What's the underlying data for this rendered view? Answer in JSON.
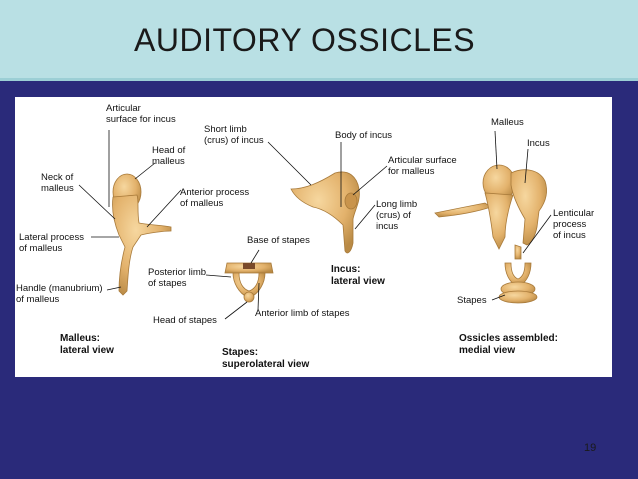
{
  "slide": {
    "title": "AUDITORY OSSICLES",
    "page_number": "19"
  },
  "labels": {
    "articular_surface_for_incus": "Articular\nsurface for incus",
    "head_of_malleus": "Head of\nmalleus",
    "neck_of_malleus": "Neck of\nmalleus",
    "anterior_process_of_malleus": "Anterior process\nof malleus",
    "lateral_process_of_malleus": "Lateral process\nof malleus",
    "handle_of_malleus": "Handle (manubrium)\nof malleus",
    "short_limb_of_incus": "Short limb\n(crus) of incus",
    "body_of_incus": "Body of incus",
    "articular_surface_for_malleus": "Articular surface\nfor malleus",
    "long_limb_of_incus": "Long limb\n(crus) of\nincus",
    "base_of_stapes": "Base of stapes",
    "posterior_limb_of_stapes": "Posterior limb\nof stapes",
    "head_of_stapes": "Head of stapes",
    "anterior_limb_of_stapes": "Anterior limb of stapes",
    "malleus": "Malleus",
    "incus": "Incus",
    "lenticular_process_of_incus": "Lenticular\nprocess\nof incus",
    "stapes": "Stapes"
  },
  "captions": {
    "malleus_lateral": "Malleus:\nlateral view",
    "stapes_superolateral": "Stapes:\nsuperolateral view",
    "incus_lateral": "Incus:\nlateral view",
    "ossicles_medial": "Ossicles assembled:\nmedial view"
  },
  "colors": {
    "bone": "#e3b26c",
    "bone_shadow": "#b98a45",
    "header_bg": "#b9e0e4",
    "slide_bg": "#2a2a7a"
  }
}
